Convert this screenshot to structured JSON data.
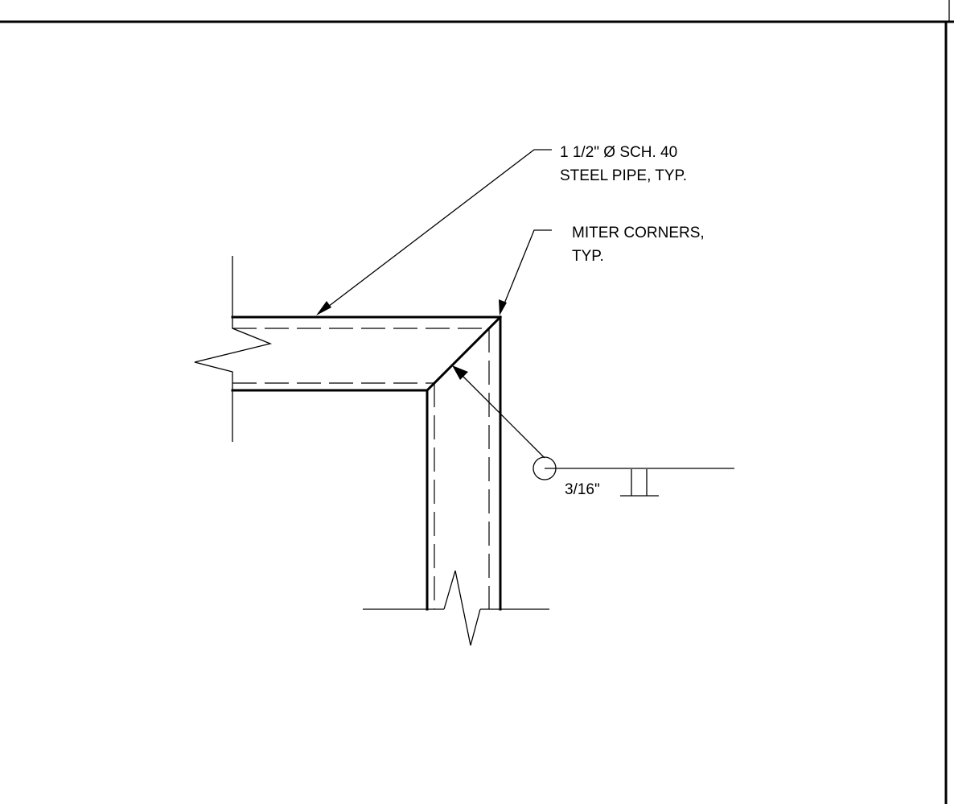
{
  "drawing": {
    "notes": {
      "pipe": {
        "line1": "1 1/2\" Ø SCH. 40",
        "line2": "STEEL PIPE, TYP."
      },
      "miter": {
        "line1": "MITER CORNERS,",
        "line2": "TYP."
      },
      "weld": {
        "size": "3/16\""
      }
    }
  }
}
